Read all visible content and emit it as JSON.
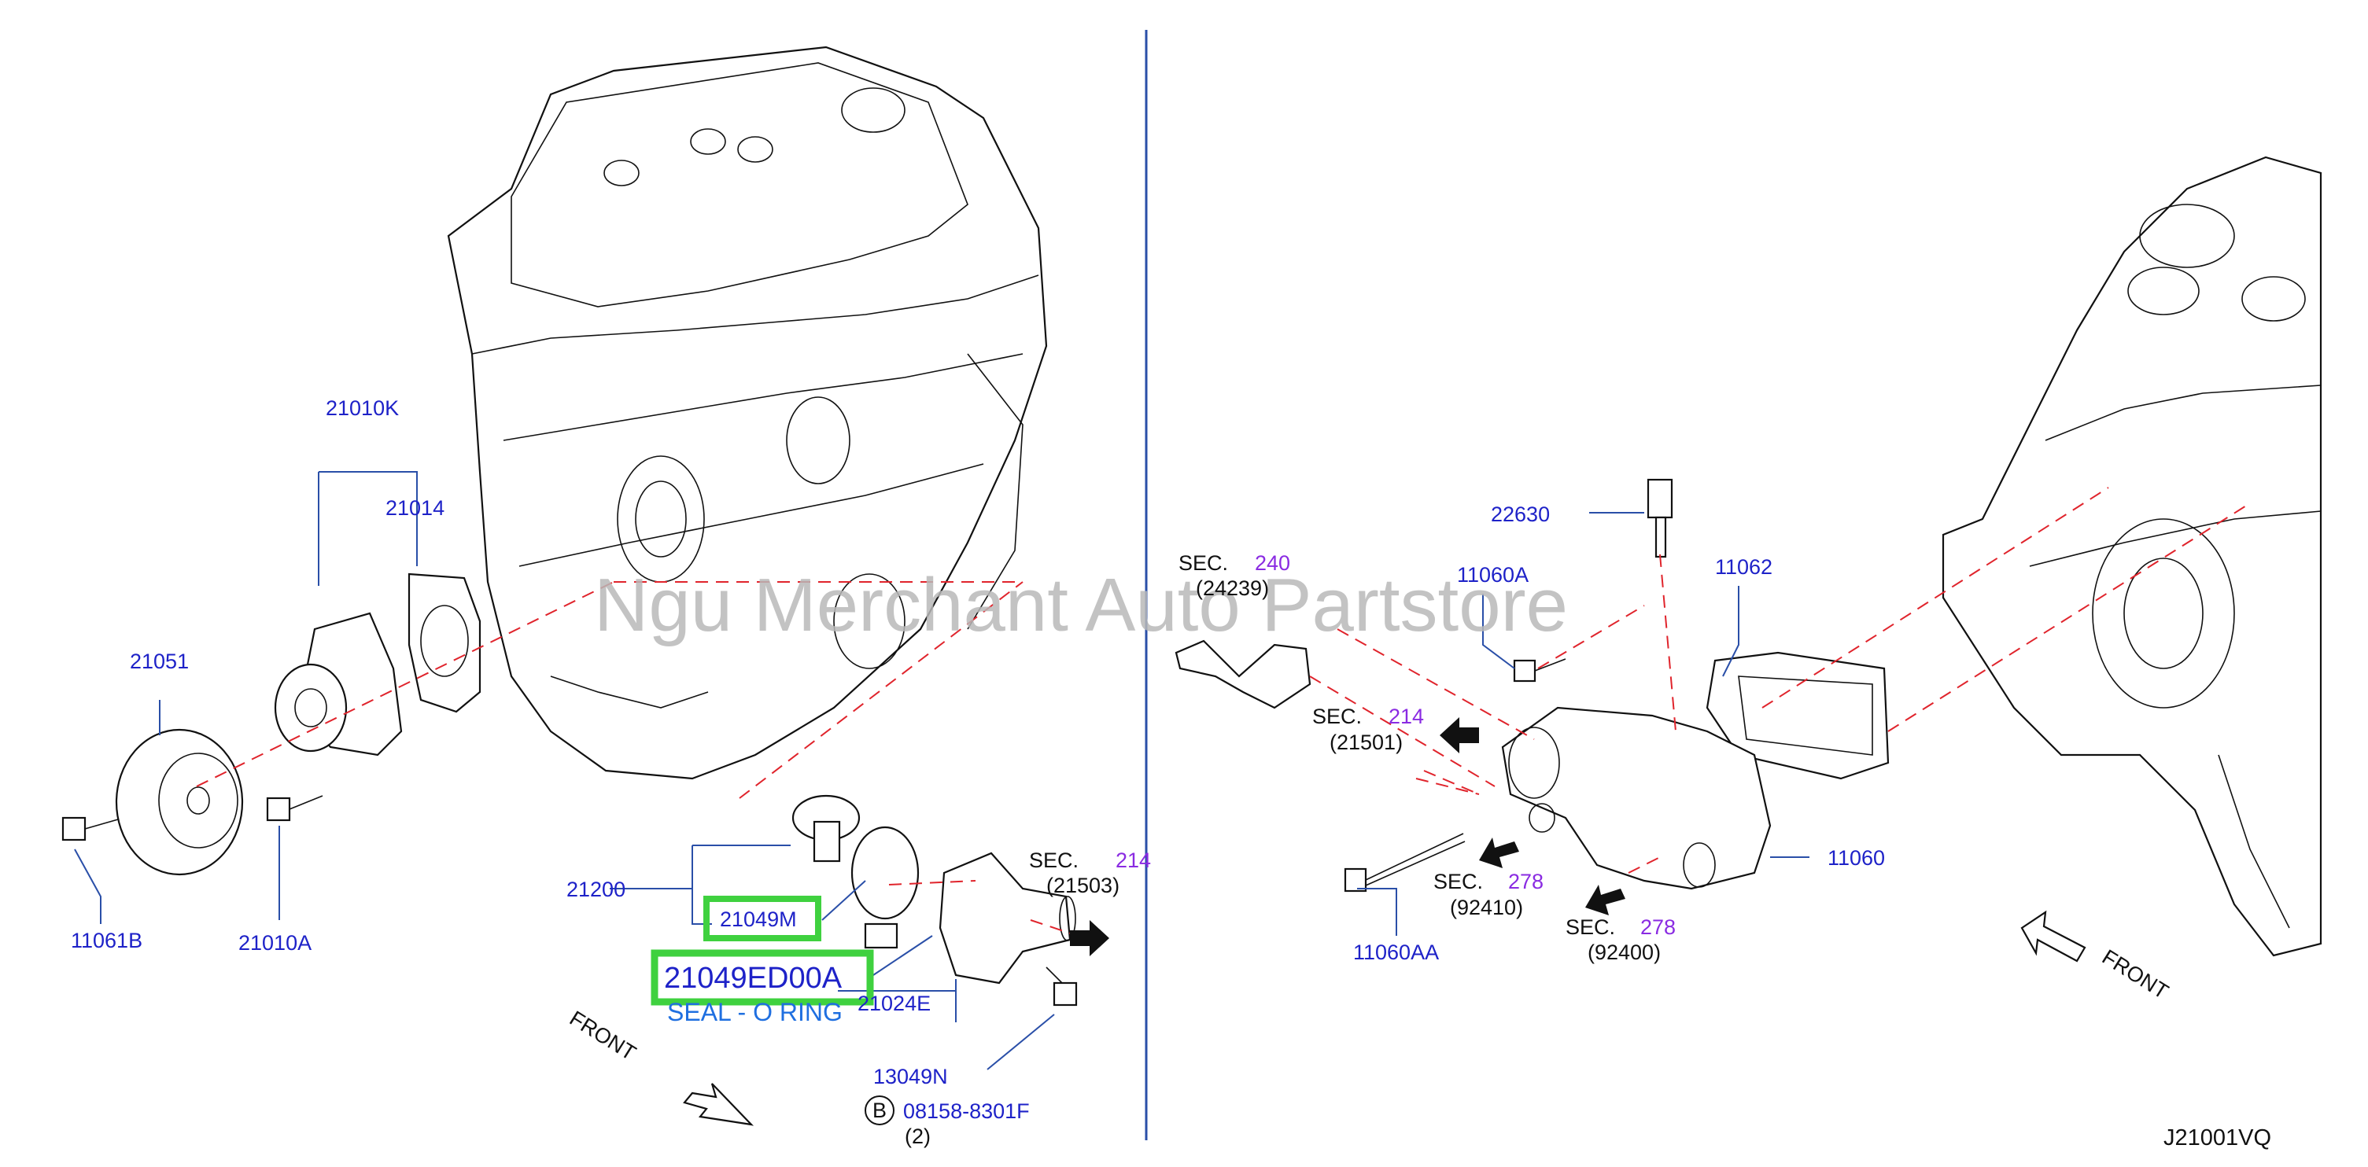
{
  "watermark": "Ngu Merchant Auto Partstore",
  "diagram_code": "J21001VQ",
  "front_label": "FRONT",
  "labels": {
    "p21010K": "21010K",
    "p21014": "21014",
    "p21051": "21051",
    "p11061B": "11061B",
    "p21010A": "21010A",
    "p21200": "21200",
    "p21049M": "21049M",
    "p21049ED00A": "21049ED00A",
    "seal": "SEAL - O RING",
    "p21024E": "21024E",
    "p13049N": "13049N",
    "bolt_b_letter": "B",
    "bolt_b_part": "08158-8301F",
    "bolt_b_qty": "(2)",
    "p22630": "22630",
    "p11060A": "11060A",
    "p11062": "11062",
    "p11060": "11060",
    "p11060AA": "11060AA"
  },
  "sections": {
    "sec_word": "SEC.",
    "s214_a": {
      "num": "214",
      "ref": "(21503)"
    },
    "s240": {
      "num": "240",
      "ref": "(24239)"
    },
    "s214_b": {
      "num": "214",
      "ref": "(21501)"
    },
    "s278_a": {
      "num": "278",
      "ref": "(92410)"
    },
    "s278_b": {
      "num": "278",
      "ref": "(92400)"
    }
  },
  "highlight_color": "#3fd13f",
  "label_color": "#1e22c8",
  "section_color": "#8a2be2",
  "leader_color": "#2a4fa8",
  "dash_color": "#e0242c"
}
